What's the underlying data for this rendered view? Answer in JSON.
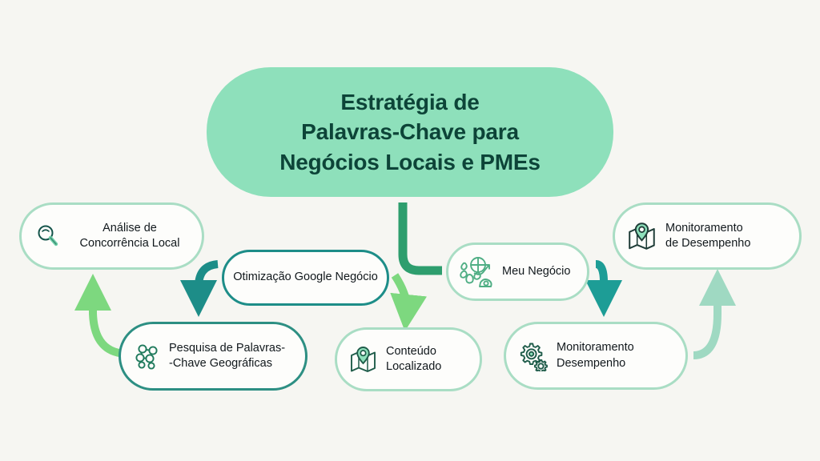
{
  "diagram": {
    "type": "mind-map",
    "background_color": "#f6f6f2",
    "central": {
      "title": "Estratégia de\nPalavras-Chave para\nNegócios Locais e PMEs",
      "fill_color": "#8ee0bb",
      "text_color": "#0d4438"
    },
    "nodes": [
      {
        "id": "analise",
        "label": "Análise de\nConcorrência Local",
        "icon": "magnifier-icon",
        "border_color": "#a9ddc4"
      },
      {
        "id": "otimizacao",
        "label": "Otimização Google Negócio",
        "icon": "none",
        "border_color": "#1d8d88"
      },
      {
        "id": "pesquisa",
        "label": "Pesquisa de Palavras-\n-Chave Geográficas",
        "icon": "molecule-icon",
        "border_color": "#2d8f83"
      },
      {
        "id": "conteudo",
        "label": "Conteúdo\nLocalizado",
        "icon": "map-pin-icon",
        "border_color": "#a9ddc4"
      },
      {
        "id": "meu-negocio",
        "label": "Meu Negócio",
        "icon": "globe-growth-icon",
        "border_color": "#a9ddc4"
      },
      {
        "id": "monit-desemp",
        "label": "Monitoramento\nDesempenho",
        "icon": "gears-icon",
        "border_color": "#a9ddc4"
      },
      {
        "id": "monit-de-desemp",
        "label": "Monitoramento\nde Desempenho",
        "icon": "map-pin-icon",
        "border_color": "#a9ddc4"
      }
    ],
    "connectors": [
      {
        "from": "pesquisa",
        "to": "analise",
        "color": "#7dd87f"
      },
      {
        "from": "otimizacao",
        "to": "pesquisa",
        "color": "#1d8d88"
      },
      {
        "from": "central",
        "to": "meu-negocio",
        "color": "#2e9e6e"
      },
      {
        "from": "central",
        "to": "conteudo",
        "color": "#7dd87f"
      },
      {
        "from": "meu-negocio",
        "to": "monit-desemp",
        "color": "#1d9d96"
      },
      {
        "from": "monit-desemp",
        "to": "monit-de-desemp",
        "color": "#9fd9c2"
      }
    ]
  }
}
